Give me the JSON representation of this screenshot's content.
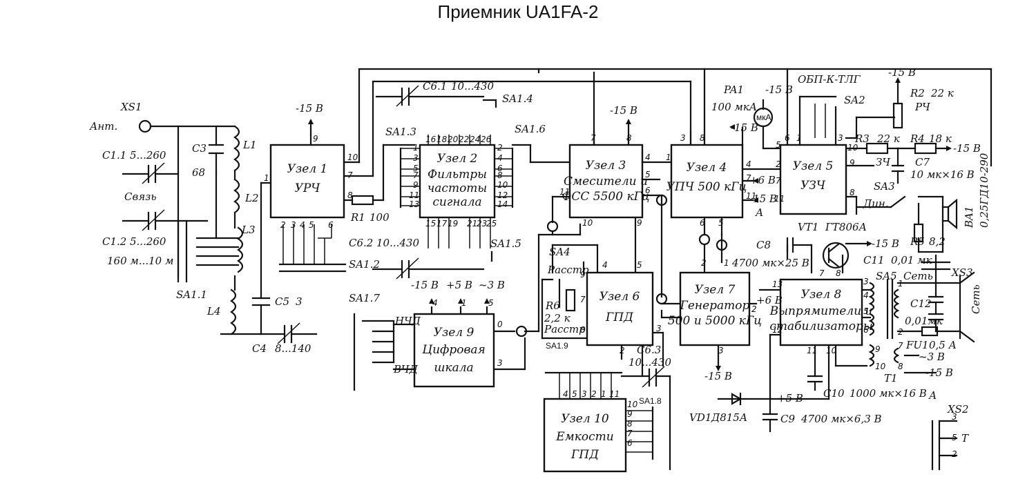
{
  "title": "Приемник UA1FA-2",
  "blocks": {
    "b1": [
      "Узел 1",
      "УРЧ"
    ],
    "b2": [
      "Узел 2",
      "Фильтры",
      "частоты",
      "сигнала"
    ],
    "b3": [
      "Узел 3",
      "Смесители и",
      "ФСС 5500 кГц"
    ],
    "b4": [
      "Узел 4",
      "УПЧ 500 кГц"
    ],
    "b5": [
      "Узел 5",
      "УЗЧ"
    ],
    "b6": [
      "Узел 6",
      "ГПД"
    ],
    "b7": [
      "Узел 7",
      "Генератор",
      "500 и 5000 кГц"
    ],
    "b8": [
      "Узел 8",
      "Выпрямители и",
      "стабилизаторы"
    ],
    "b9": [
      "Узел 9",
      "Цифровая",
      "шкала"
    ],
    "b10": [
      "Узел 10",
      "Емкости",
      "ГПД"
    ]
  },
  "labels": {
    "xs1": "XS1",
    "ant": "Ант.",
    "c11": "C1.1",
    "c11v": "5...260",
    "c3": "C3",
    "c3v": "68",
    "svyaz": "Связь",
    "c12a": "C1.2",
    "c12av": "5...260",
    "range": "160 м...10 м",
    "l1": "L1",
    "l2": "L2",
    "l3": "L3",
    "l4": "L4",
    "sa11": "SA1.1",
    "c5": "C5",
    "c5v": "3",
    "c4": "C4",
    "c4v": "8...140",
    "m15_1": "-15 В",
    "r1": "R1",
    "r1v": "100",
    "c61": "C6.1",
    "c61v": "10...430",
    "sa14": "SA1.4",
    "sa13": "SA1.3",
    "sa16": "SA1.6",
    "c62": "C6.2",
    "c62v": "10...430",
    "sa12": "SA1.2",
    "sa15": "SA1.5",
    "m15_3": "-15 В",
    "pa1": "PA1",
    "pa1v": "100 мкА",
    "mka": "мкА",
    "m15_pa": "-15 В",
    "m15_4": "-15 В",
    "p6_4": "+6 В",
    "m15_4b": "-15 В",
    "a_4": "А",
    "obp": "ОБП-К-ТЛГ",
    "sa2": "SA2",
    "m15_r2": "-15 В",
    "r2": "R2",
    "r2v": "22 к",
    "rch": "РЧ",
    "r3": "R3",
    "r3v": "22 к",
    "r4": "R4",
    "r4v": "18 к",
    "m15_r4": "-15 В",
    "zch": "ЗЧ",
    "c7": "C7",
    "c7v": "10 мк×16 В",
    "sa3": "SA3",
    "din": "Дин.",
    "ba1": "BA1",
    "ba1v": "0,25ГД10-290",
    "vt1": "VT1",
    "vt1v": "ГТ806А",
    "r5": "R5",
    "r5v": "8,2",
    "c8": "C8",
    "c8v": "4700 мк×25 В",
    "m15_vt": "-15 В",
    "c11c": "C11",
    "c11cv": "0,01 мк",
    "xs3": "XS3",
    "set": "Сеть",
    "sa5": "SA5",
    "set2": "Сеть",
    "c12": "C12",
    "c12v": "0,01мк",
    "fu1": "FU1",
    "fu1v": "0,5 А",
    "t1": "T1",
    "m3": "~3 В",
    "m15_t": "-15 В",
    "a_t": "А",
    "xs2": "XS2",
    "t_xs2": "Т",
    "sa4": "SA4",
    "rasstr1": "Расстр.",
    "r6": "R6",
    "r6v": "2,2 к",
    "rasstr2": "Расстр.",
    "sa19": "SA1.9",
    "c63": "C6.3",
    "c63v": "10...430",
    "sa18": "SA1.8",
    "p6_7": "+6 В",
    "m15_7": "-15 В",
    "vd1": "VD1",
    "vd1v": "Д815А",
    "p5": "+5 В",
    "c10": "C10",
    "c10v": "1000 мк×16 В",
    "c9": "C9",
    "c9v": "4700 мк×6,3 В",
    "sa17": "SA1.7",
    "nchd": "НЧД",
    "vchd": "ВЧД",
    "m15_9": "-15 В",
    "p5_9": "+5 В",
    "m3_9": "~3 В"
  }
}
